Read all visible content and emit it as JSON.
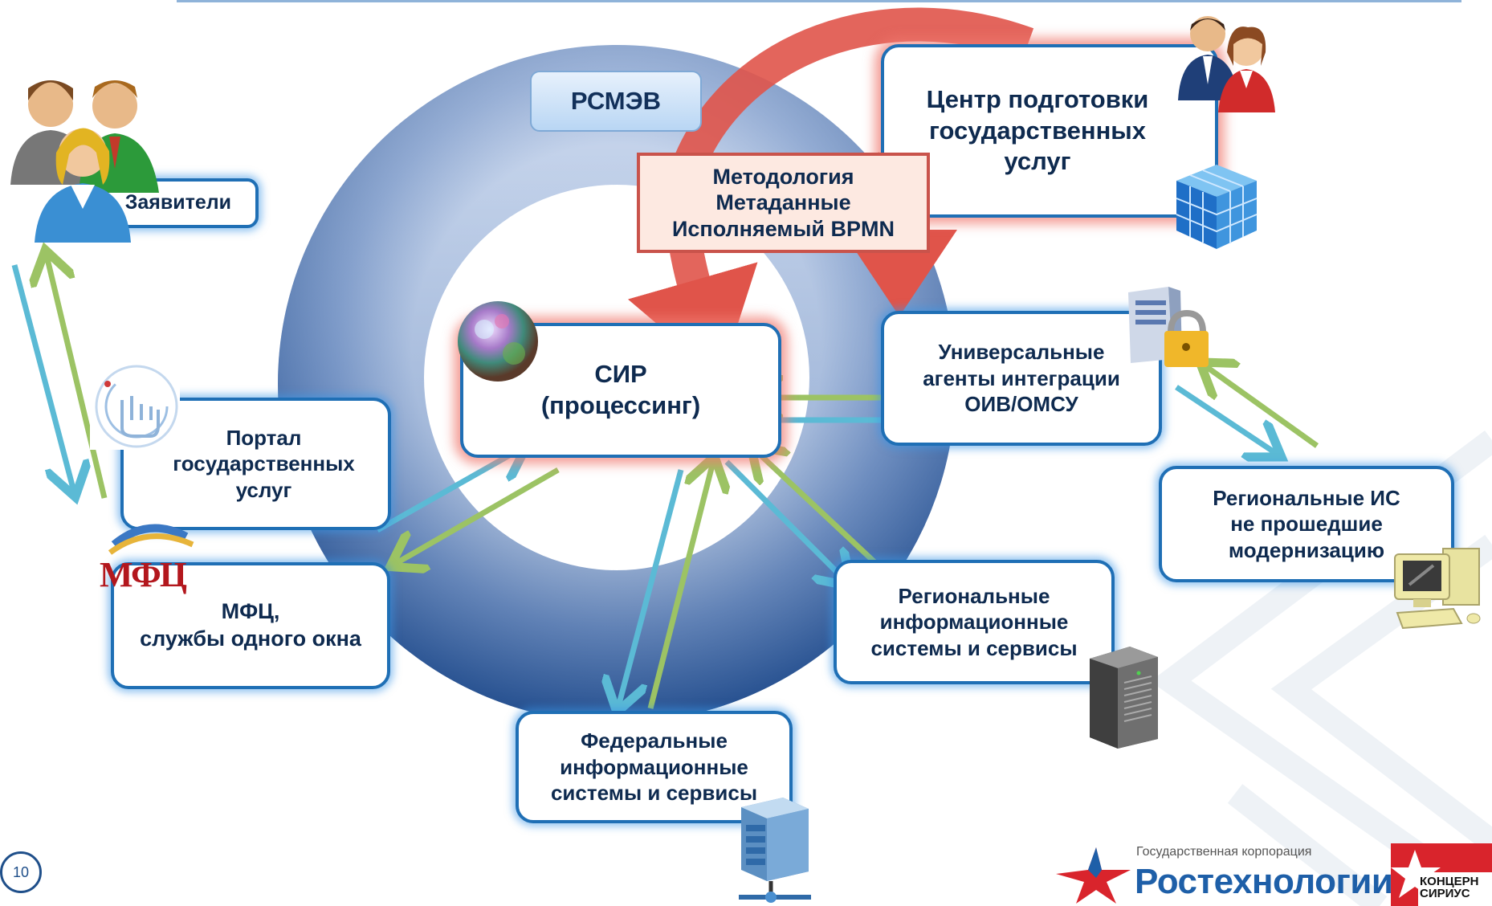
{
  "diagram": {
    "ring_label": "РСМЭВ",
    "methodology": "Методология\nМетаданные\nИсполняемый BPMN",
    "nodes": {
      "applicants": "Заявители",
      "portal": "Портал\nгосударственных\nуслуг",
      "mfc": "МФЦ,\nслужбы одного окна",
      "sir": "СИР\n(процессинг)",
      "center": "Центр подготовки\nгосударственных\nуслуг",
      "agents": "Универсальные\nагенты интеграции\nОИВ/ОМСУ",
      "regional_is_old": "Региональные ИС\nне прошедшие\nмодернизацию",
      "regional_systems": "Региональные\nинформационные\nсистемы и сервисы",
      "federal_systems": "Федеральные\nинформационные\nсистемы и сервисы"
    }
  },
  "icons": [
    "people-icon",
    "touch-icon",
    "mfc-logo",
    "globe-icon",
    "users-icon",
    "cube-icon",
    "server-lock-icon",
    "computer-icon",
    "server-tower-icon",
    "network-server-icon"
  ],
  "mfc_logo_text": "МФЦ",
  "colors": {
    "box_border": "#1f6fb5",
    "ring_dark": "#2f5d9d",
    "ring_light": "#c9d8ef",
    "arrow_blue": "#5bbad5",
    "arrow_green": "#9cc364",
    "arrow_red": "#e0544a",
    "method_fill": "#fde9e1"
  },
  "footer": {
    "page_number": "10",
    "rostec_small": "Государственная корпорация",
    "rostec_big": "Ростехнологии",
    "sirius_text": "КОНЦЕРН\nСИРИУС"
  }
}
